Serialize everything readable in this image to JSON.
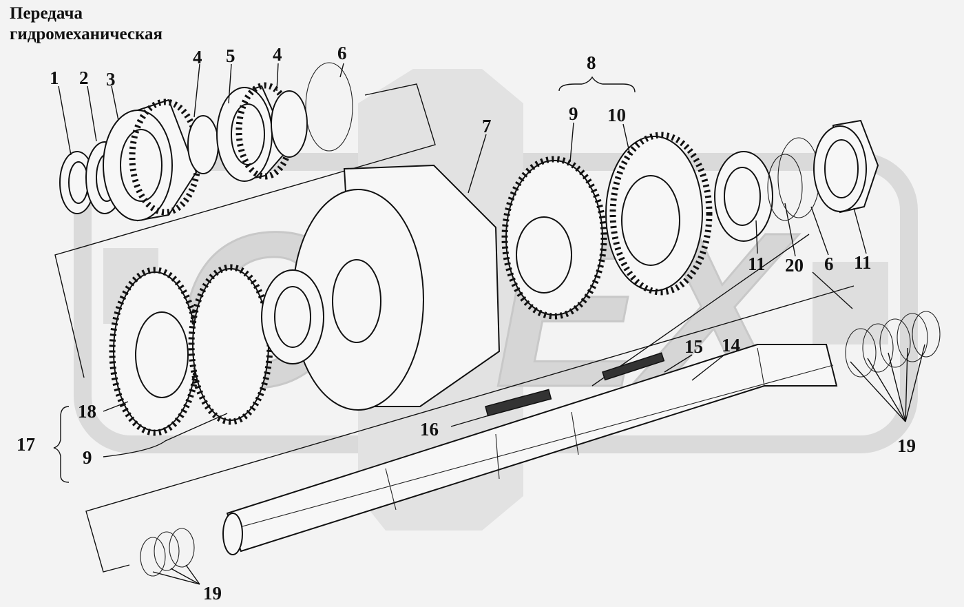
{
  "title": {
    "line1": "Передача",
    "line2": "гидромеханическая"
  },
  "watermark": {
    "text": "OPEX",
    "color": "#d0d0d0"
  },
  "labels": {
    "n1": "1",
    "n2": "2",
    "n3": "3",
    "n4a": "4",
    "n5": "5",
    "n4b": "4",
    "n6a": "6",
    "n7": "7",
    "n8": "8",
    "n9a": "9",
    "n10": "10",
    "n11a": "11",
    "n20": "20",
    "n6b": "6",
    "n11b": "11",
    "n15": "15",
    "n14": "14",
    "n16": "16",
    "n18": "18",
    "n17": "17",
    "n9b": "9",
    "n19a": "19",
    "n19b": "19"
  }
}
